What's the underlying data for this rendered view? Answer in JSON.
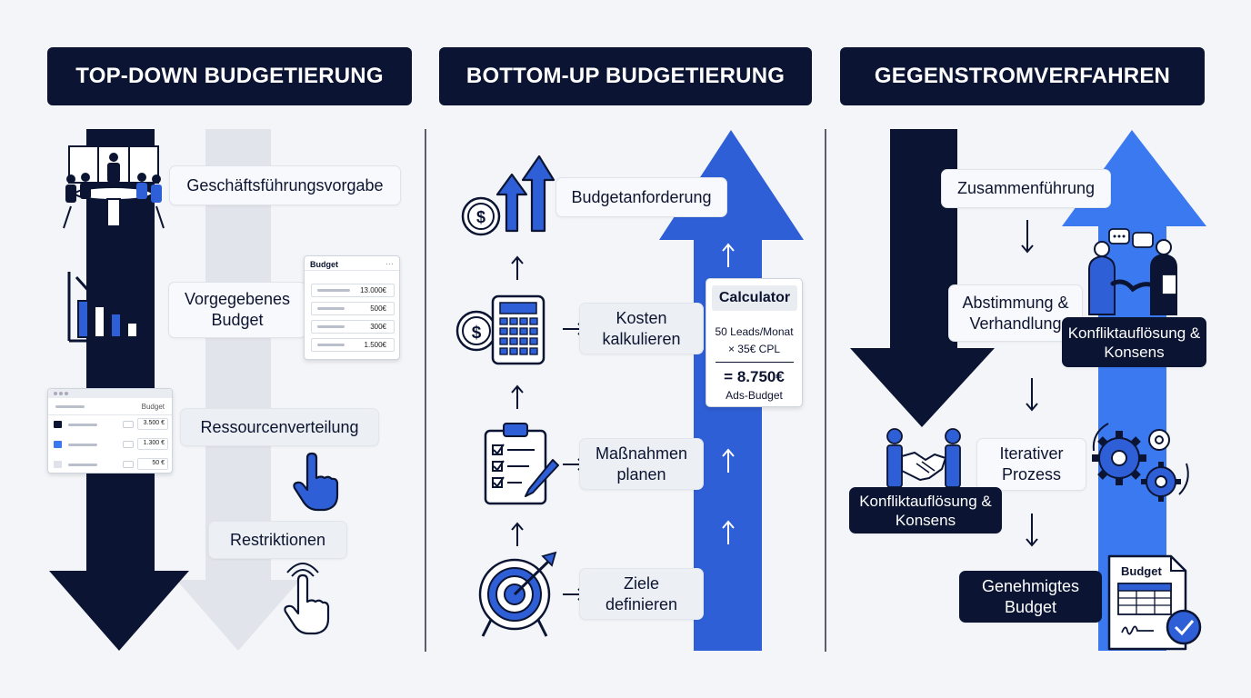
{
  "headers": {
    "top_down": "TOP-DOWN BUDGETIERUNG",
    "bottom_up": "BOTTOM-UP BUDGETIERUNG",
    "counter": "GEGENSTROMVERFAHREN"
  },
  "top_down": {
    "labels": {
      "directive": "Geschäftsführungsvorgabe",
      "given_budget": "Vorgegebenes Budget",
      "allocation": "Ressourcenverteilung",
      "restrictions": "Restriktionen"
    },
    "budget_card": {
      "title": "Budget",
      "menu": "···",
      "values": [
        "13.000€",
        "500€",
        "300€",
        "1.500€"
      ]
    },
    "alloc_card": {
      "title": "Budget",
      "values": [
        "3.500 €",
        "1.300 €",
        "50 €"
      ]
    }
  },
  "bottom_up": {
    "labels": {
      "request": "Budgetanforderung",
      "calculate": "Kosten kalkulieren",
      "plan": "Maßnahmen planen",
      "goals": "Ziele definieren"
    },
    "calculator": {
      "title": "Calculator",
      "line1": "50 Leads/Monat",
      "line2": "× 35€ CPL",
      "result": "= 8.750€",
      "result_label": "Ads-Budget"
    }
  },
  "counter": {
    "labels": {
      "merge": "Zusammenführung",
      "negotiation": "Abstimmung & Verhandlung",
      "conflict_right": "Konfliktauflösung & Konsens",
      "iterative": "Iterativer Prozess",
      "conflict_left": "Konfliktauflösung & Konsens",
      "approved": "Genehmigtes Budget"
    },
    "doc_title": "Budget"
  },
  "colors": {
    "navy": "#0b1533",
    "blue": "#2f5fd6",
    "bright_blue": "#3a79f0",
    "grey_arrow": "#e1e4ea"
  }
}
